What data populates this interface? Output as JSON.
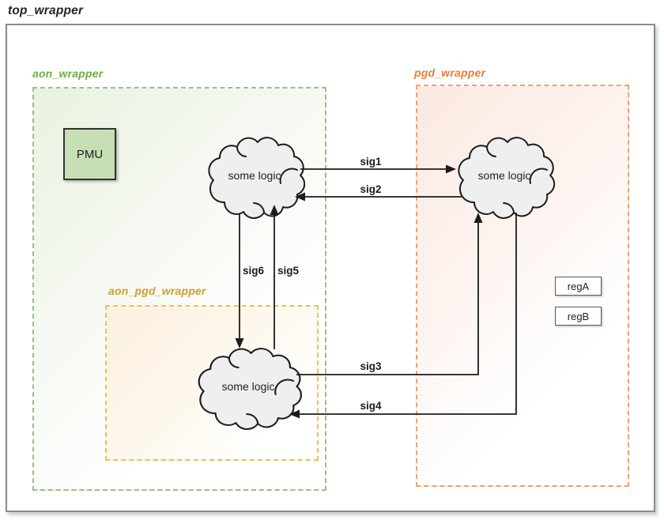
{
  "wrappers": {
    "top": {
      "label": "top_wrapper"
    },
    "aon": {
      "label": "aon_wrapper"
    },
    "pgd": {
      "label": "pgd_wrapper"
    },
    "aon_pgd": {
      "label": "aon_pgd_wrapper"
    }
  },
  "blocks": {
    "pmu": "PMU",
    "regA": "regA",
    "regB": "regB"
  },
  "clouds": {
    "aon": "some logic",
    "pgd": "some logic",
    "aon_pgd": "some logic"
  },
  "signals": {
    "sig1": {
      "label": "sig1",
      "from": "aon_wrapper logic",
      "to": "pgd_wrapper logic"
    },
    "sig2": {
      "label": "sig2",
      "from": "pgd_wrapper logic",
      "to": "aon_wrapper logic"
    },
    "sig3": {
      "label": "sig3",
      "from": "aon_pgd_wrapper logic",
      "to": "pgd_wrapper logic"
    },
    "sig4": {
      "label": "sig4",
      "from": "pgd_wrapper logic",
      "to": "aon_pgd_wrapper logic"
    },
    "sig5": {
      "label": "sig5",
      "from": "aon_pgd_wrapper logic",
      "to": "aon_wrapper logic"
    },
    "sig6": {
      "label": "sig6",
      "from": "aon_wrapper logic",
      "to": "aon_pgd_wrapper logic"
    }
  },
  "colors": {
    "aon_label": "#70ad47",
    "aon_border": "#94c47c",
    "aon_tint": "#e9f2e1",
    "pgd_label": "#ed7d31",
    "pgd_border": "#f1a170",
    "pgd_tint": "#fbe9e2",
    "aon_pgd_label": "#cf9f2e",
    "aon_pgd_border": "#eac14f",
    "aon_pgd_tint": "#fcf0df",
    "pmu_fill": "#c6dfb4",
    "cloud_fill": "#efefef",
    "line": "#1c1c1c",
    "outer_border": "#8a8a8a"
  }
}
